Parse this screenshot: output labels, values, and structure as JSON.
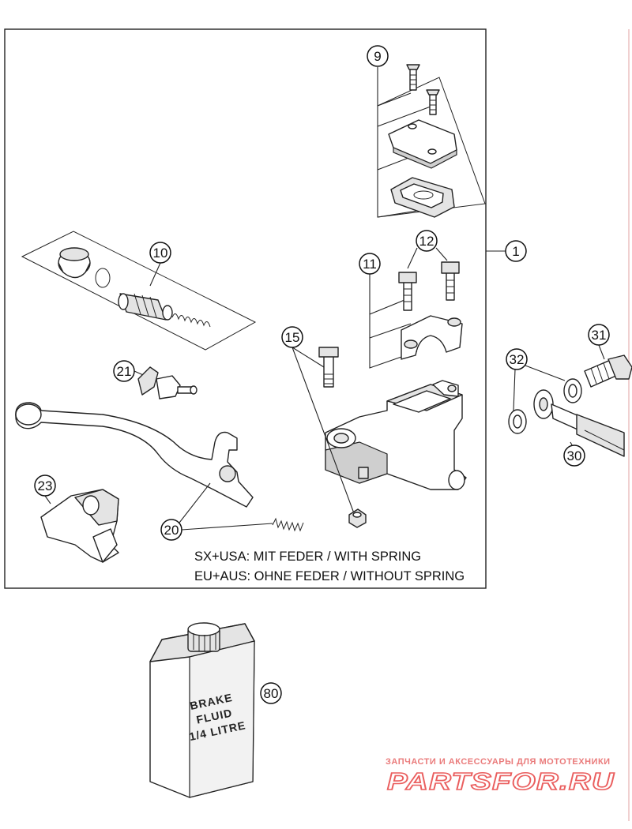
{
  "callouts": {
    "c1": "1",
    "c9": "9",
    "c10": "10",
    "c11": "11",
    "c12": "12",
    "c15": "15",
    "c20": "20",
    "c21": "21",
    "c23": "23",
    "c30": "30",
    "c31": "31",
    "c32": "32",
    "c80": "80"
  },
  "notes": {
    "line1": "SX+USA:  MIT FEDER / WITH SPRING",
    "line2": "EU+AUS:  OHNE FEDER / WITHOUT SPRING"
  },
  "bottle_label": {
    "line1": "BRAKE",
    "line2": "FLUID",
    "line3": "1/4 LITRE"
  },
  "watermark": {
    "tagline": "ЗАПЧАСТИ И АКСЕССУАРЫ ДЛЯ МОТОТЕХНИКИ",
    "brand": "PARTSFOR.RU",
    "color": "#ea5e5e"
  }
}
